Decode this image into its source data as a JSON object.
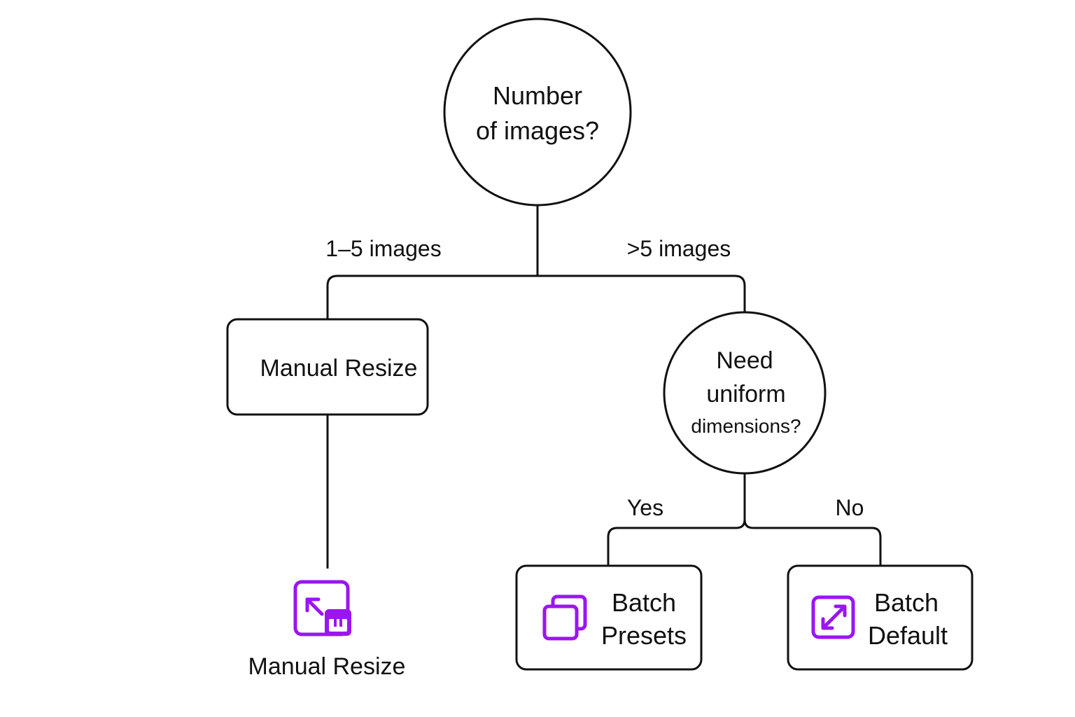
{
  "accent_color": "#9a16f0",
  "line_color": "#111111",
  "root": {
    "line1": "Number",
    "line2": "of images?"
  },
  "branch_labels": {
    "left": "1–5 images",
    "right": ">5 images"
  },
  "manual_box": {
    "label": "Manual Resize"
  },
  "decision": {
    "line1": "Need",
    "line2": "uniform",
    "line3": "dimensions?"
  },
  "decision_labels": {
    "yes": "Yes",
    "no": "No"
  },
  "manual_result": {
    "icon": "resize-image-icon",
    "label": "Manual Resize"
  },
  "batch_presets": {
    "icon": "stacked-squares-icon",
    "line1": "Batch",
    "line2": "Presets"
  },
  "batch_default": {
    "icon": "expand-arrows-icon",
    "line1": "Batch",
    "line2": "Default"
  }
}
